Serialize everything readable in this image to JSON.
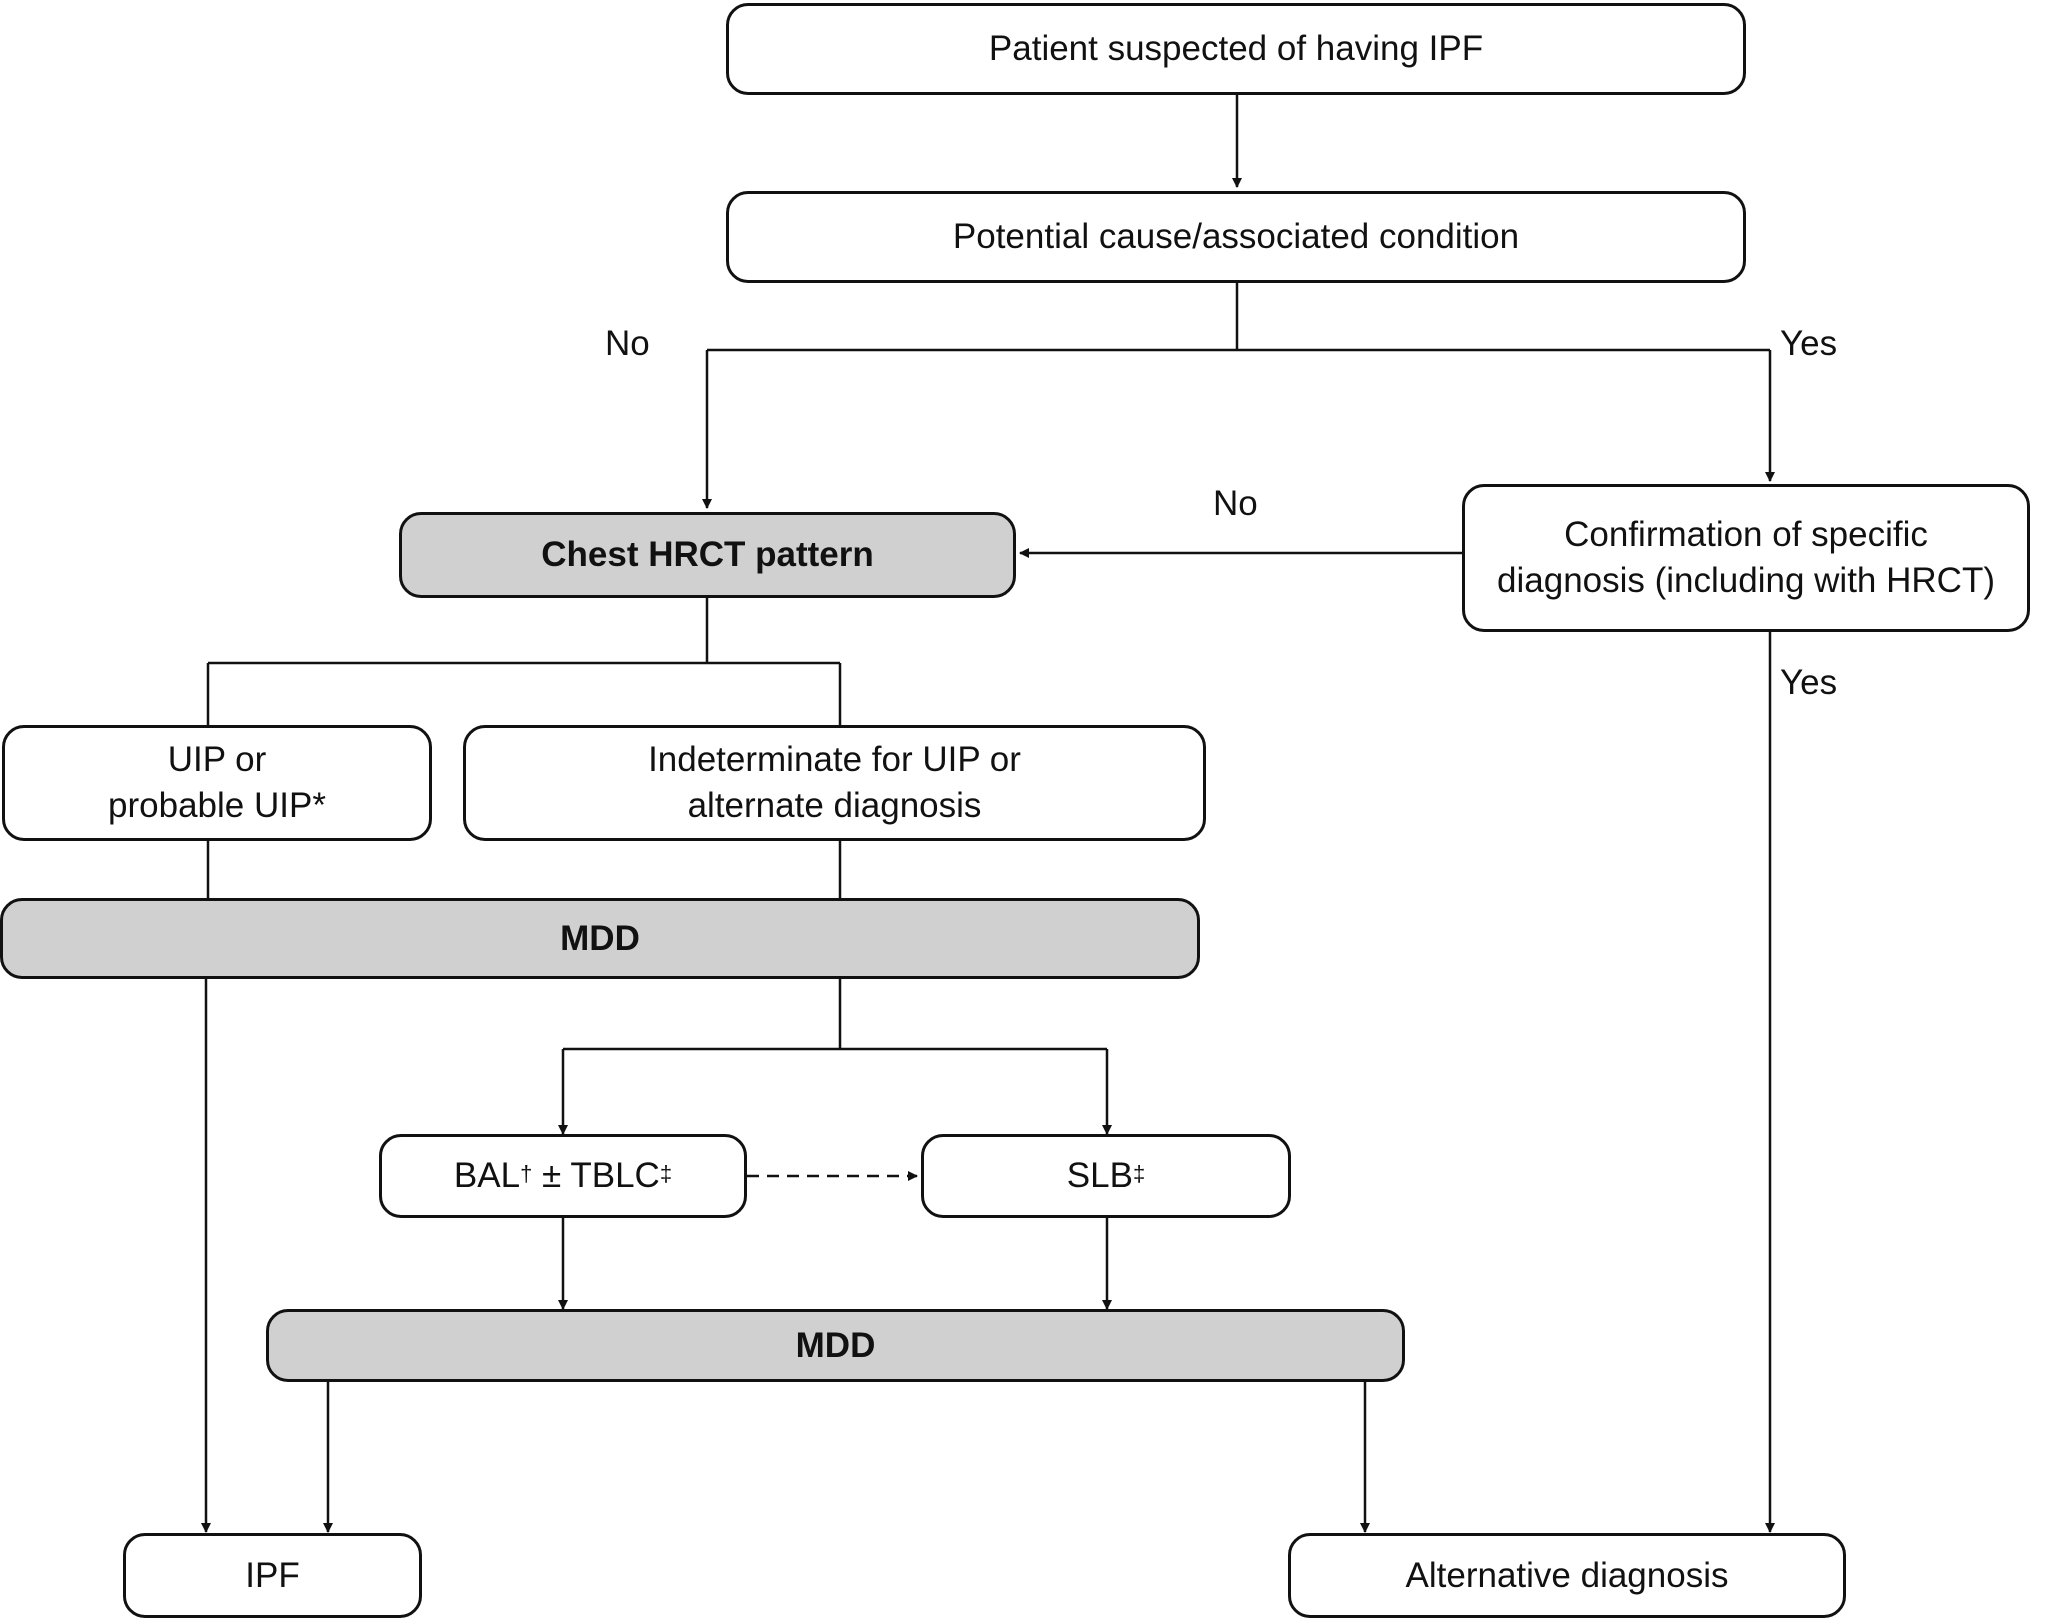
{
  "nodes": {
    "suspected": "Patient suspected of having IPF",
    "potential_cause": "Potential cause/associated condition",
    "chest_hrct": "Chest HRCT pattern",
    "confirmation_line1": "Confirmation of specific",
    "confirmation_line2": "diagnosis (including with HRCT)",
    "uip_line1": "UIP or",
    "uip_line2": "probable UIP*",
    "indeterminate_line1": "Indeterminate for UIP or",
    "indeterminate_line2": "alternate diagnosis",
    "mdd_first": "MDD",
    "bal_text": "BAL",
    "bal_dagger": "†",
    "bal_middle": " ± TBLC",
    "bal_ddagger": "‡",
    "slb_text": "SLB",
    "slb_ddagger": "‡",
    "mdd_second": "MDD",
    "ipf": "IPF",
    "alternative": "Alternative diagnosis"
  },
  "edge_labels": {
    "no_left": "No",
    "yes_right": "Yes",
    "no_confirmation": "No",
    "yes_confirmation": "Yes"
  }
}
